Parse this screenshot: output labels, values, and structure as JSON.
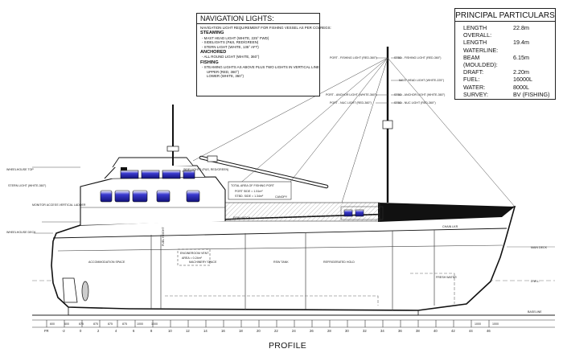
{
  "nav_lights": {
    "title": "NAVIGATION LIGHTS:",
    "intro": "NAVIGATION LIGHT REQUIREMENT FOR FISHING VESSEL AS PER COLREGS:",
    "steaming": {
      "heading": "STEAMING",
      "lines": [
        "- MAST HEAD LIGHT (WHITE, 225° FWD)",
        "- SIDELIGHTS (P&S, RED/GREEN)",
        "- STERN LIGHT (WHITE, 135° AFT)"
      ]
    },
    "anchored": {
      "heading": "ANCHORED",
      "lines": [
        "- ALL ROUND LIGHT (WHITE, 360°)"
      ]
    },
    "fishing": {
      "heading": "FISHING",
      "lines": [
        "- STEAMING LIGHTS AS ABOVE PLUS TWO LIGHTS IN VERTICAL LINE",
        "UPPER (RED, 360°)",
        "LOWER (WHITE, 360°)"
      ]
    }
  },
  "particulars": {
    "title": "PRINCIPAL PARTICULARS",
    "rows": [
      {
        "key": "LENGTH OVERALL:",
        "value": "22.8m"
      },
      {
        "key": "LENGTH WATERLINE:",
        "value": "19.4m"
      },
      {
        "key": "BEAM (MOULDED):",
        "value": "6.15m"
      },
      {
        "key": "DRAFT:",
        "value": "2.20m"
      },
      {
        "key": "FUEL:",
        "value": "16000L"
      },
      {
        "key": "WATER:",
        "value": "8000L"
      },
      {
        "key": "SURVEY:",
        "value": "BV (FISHING)"
      }
    ]
  },
  "callouts": {
    "port_fishing": "PORT - FISHING LIGHT (RED-360°)",
    "stbd_fishing": "STBD - FISHING LIGHT (RED-360°)",
    "masthead": "MAST HEAD LIGHT (WHITE-225°)",
    "port_anchor": "PORT - ANCHOR LIGHT (WHITE-360°)",
    "stbd_anchor": "STBD - ANCHOR LIGHT (WHITE-360°)",
    "port_nuc": "PORT - NUC LIGHT (RED-360°)",
    "stbd_nuc": "STBD - NUC LIGHT (RED-360°)",
    "side_lights": "SIDE LIGHTS (P&S, RED/GREEN)",
    "wheelhouse_top": "WHEELHOUSE TOP",
    "stern_light": "STERN LIGHT (WHITE-360°)",
    "monitor_access": "MONITOR ACCESS VERTICAL LADDER",
    "wheelhouse_deck": "WHEELHOUSE DECK",
    "total_area": "TOTAL AREA OF FISHING PORT",
    "port_side": "PORT SIDE = 1.51m²",
    "stbd_side": "STBD. SIDE = 1.34m²",
    "canopy": "CANOPY",
    "fish_hatch": "FISH HATCH",
    "main_deck": "MAIN DECK",
    "chain_locker": "CHAIN LKR",
    "accommodation": "ACCOMMODATION SPACE",
    "machinery": "MACHINERY SPACE",
    "rsw_tank": "RSW TANK",
    "refrigerated_hold": "REFRIGERATED HOLD",
    "engine_rooom": "ENGINEROOM VENT",
    "engine_area": "AREA = 0.24m²",
    "fresh_water": "FRESH WATER",
    "dwl": "D.W.L.",
    "baseline": "BASELINE",
    "fuel_height": "FUEL HEIGHT"
  },
  "frame_dims": [
    "600",
    "600",
    "875",
    "875",
    "875",
    "875",
    "1000",
    "1000"
  ],
  "fwd_dims": [
    "1000",
    "1000"
  ],
  "frame_labels": [
    "FR",
    "-2",
    "0",
    "2",
    "4",
    "6",
    "8",
    "10",
    "12",
    "14",
    "16",
    "18",
    "20",
    "22",
    "24",
    "26",
    "28",
    "30",
    "32",
    "34",
    "36",
    "38",
    "40",
    "42",
    "44",
    "46"
  ],
  "drawing_title": "PROFILE",
  "colors": {
    "glass": "#1a1aa8",
    "hull_line": "#222222",
    "dashed": "#555555"
  }
}
